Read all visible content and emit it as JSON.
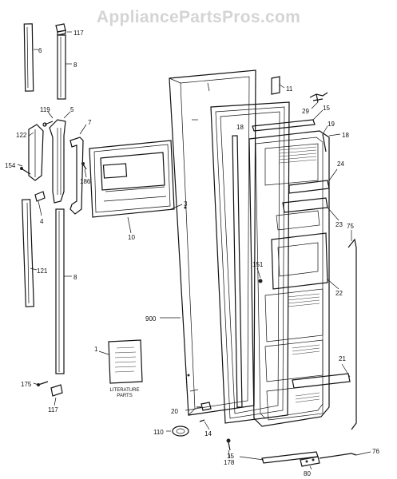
{
  "watermark": "AppliancePartsPros.com",
  "callouts": {
    "c6": "6",
    "c117a": "117",
    "c8a": "8",
    "c119": "119",
    "c5": "5",
    "c7": "7",
    "c122": "122",
    "c154": "154",
    "c186": "186",
    "c4": "4",
    "c3": "3",
    "c10": "10",
    "c121": "121",
    "c8b": "8",
    "c900": "900",
    "c1": "1",
    "c175": "175",
    "c117b": "117",
    "c11": "11",
    "c29": "29",
    "c15a": "15",
    "c19": "19",
    "c18a": "18",
    "c18b": "18",
    "c24": "24",
    "c23": "23",
    "c75": "75",
    "c151": "151",
    "c22": "22",
    "c21": "21",
    "c20": "20",
    "c110": "110",
    "c14": "14",
    "c178": "178",
    "c15b": "15",
    "c80": "80",
    "c76": "76"
  },
  "literature": {
    "label_line1": "LITERATURE",
    "label_line2": "PARTS"
  }
}
